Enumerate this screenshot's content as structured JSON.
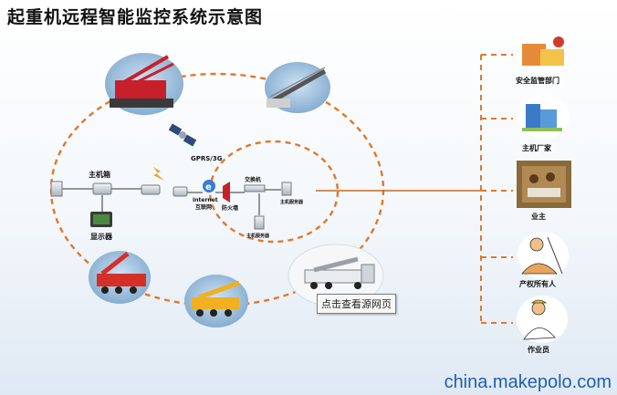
{
  "title": "起重机远程智能监控系统示意图",
  "labels": {
    "host_box": "主机箱",
    "display": "显示器",
    "gprs": "GPRS/3G",
    "internet": "Internet",
    "internet_cn": "互联网",
    "firewall": "防火墙",
    "switch": "交换机",
    "host_server_right": "主机服务器",
    "host_server_bottom": "主机服务器"
  },
  "stakeholders": [
    {
      "label": "安全监管部门"
    },
    {
      "label": "主机厂家"
    },
    {
      "label": "业主"
    },
    {
      "label": "产权所有人"
    },
    {
      "label": "作业员"
    }
  ],
  "tooltip": "点击查看源网页",
  "watermark": "china.makepolo.com",
  "colors": {
    "dashed_line": "#e0782a",
    "solid_line": "#c56a2a",
    "crane_red": "#c8202a",
    "crane_yellow": "#f0b020",
    "watermark": "#1f5fae"
  }
}
